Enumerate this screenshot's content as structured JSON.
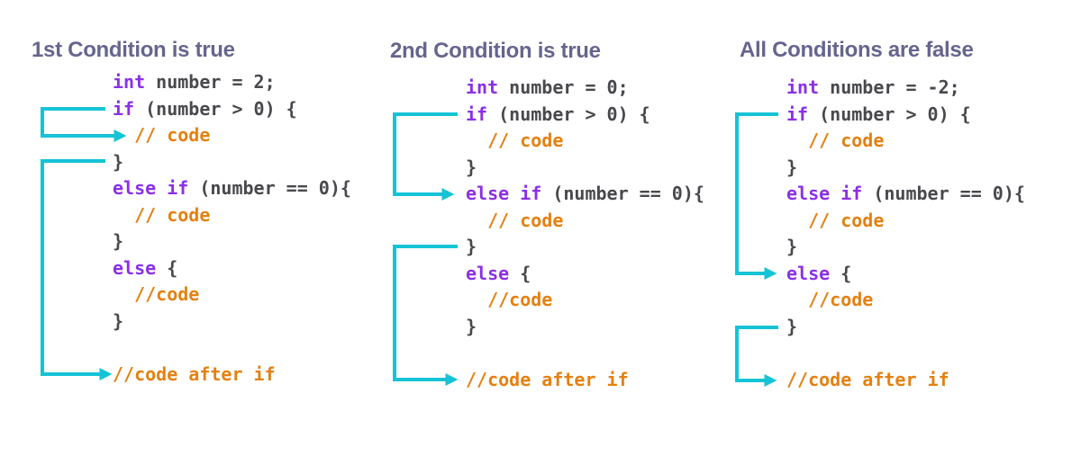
{
  "colors": {
    "title": "#65658e",
    "keyword": "#8b2fe8",
    "plain": "#48484d",
    "comment": "#e5800f",
    "arrow": "#15c3d6",
    "background": "#ffffff"
  },
  "panels": [
    {
      "title": "1st Condition is true",
      "lines": [
        {
          "tokens": [
            {
              "type": "keyword",
              "text": "int"
            },
            {
              "type": "plain",
              "text": " number = 2;"
            }
          ]
        },
        {
          "tokens": [
            {
              "type": "keyword",
              "text": "if"
            },
            {
              "type": "plain",
              "text": " (number > 0) {"
            }
          ]
        },
        {
          "tokens": [
            {
              "type": "comment",
              "text": "  // code"
            }
          ]
        },
        {
          "tokens": [
            {
              "type": "plain",
              "text": "}"
            }
          ]
        },
        {
          "tokens": [
            {
              "type": "keyword",
              "text": "else if"
            },
            {
              "type": "plain",
              "text": " (number == 0){"
            }
          ]
        },
        {
          "tokens": [
            {
              "type": "comment",
              "text": "  // code"
            }
          ]
        },
        {
          "tokens": [
            {
              "type": "plain",
              "text": "}"
            }
          ]
        },
        {
          "tokens": [
            {
              "type": "keyword",
              "text": "else"
            },
            {
              "type": "plain",
              "text": " {"
            }
          ]
        },
        {
          "tokens": [
            {
              "type": "comment",
              "text": "  //code"
            }
          ]
        },
        {
          "tokens": [
            {
              "type": "plain",
              "text": "}"
            }
          ]
        },
        {
          "tokens": []
        },
        {
          "tokens": [
            {
              "type": "comment",
              "text": "//code after if"
            }
          ]
        }
      ],
      "arrows": [
        {
          "description": "from if statement into if body // code"
        },
        {
          "description": "from closing brace of if block down to //code after if"
        }
      ]
    },
    {
      "title": "2nd Condition is true",
      "lines": [
        {
          "tokens": [
            {
              "type": "keyword",
              "text": "int"
            },
            {
              "type": "plain",
              "text": " number = 0;"
            }
          ]
        },
        {
          "tokens": [
            {
              "type": "keyword",
              "text": "if"
            },
            {
              "type": "plain",
              "text": " (number > 0) {"
            }
          ]
        },
        {
          "tokens": [
            {
              "type": "comment",
              "text": "  // code"
            }
          ]
        },
        {
          "tokens": [
            {
              "type": "plain",
              "text": "}"
            }
          ]
        },
        {
          "tokens": [
            {
              "type": "keyword",
              "text": "else if"
            },
            {
              "type": "plain",
              "text": " (number == 0){"
            }
          ]
        },
        {
          "tokens": [
            {
              "type": "comment",
              "text": "  // code"
            }
          ]
        },
        {
          "tokens": [
            {
              "type": "plain",
              "text": "}"
            }
          ]
        },
        {
          "tokens": [
            {
              "type": "keyword",
              "text": "else"
            },
            {
              "type": "plain",
              "text": " {"
            }
          ]
        },
        {
          "tokens": [
            {
              "type": "comment",
              "text": "  //code"
            }
          ]
        },
        {
          "tokens": [
            {
              "type": "plain",
              "text": "}"
            }
          ]
        },
        {
          "tokens": []
        },
        {
          "tokens": [
            {
              "type": "comment",
              "text": "//code after if"
            }
          ]
        }
      ],
      "arrows": [
        {
          "description": "from if statement down to else if statement"
        },
        {
          "description": "from closing brace of else-if block down to //code after if"
        }
      ]
    },
    {
      "title": "All Conditions are false",
      "lines": [
        {
          "tokens": [
            {
              "type": "keyword",
              "text": "int"
            },
            {
              "type": "plain",
              "text": " number = -2;"
            }
          ]
        },
        {
          "tokens": [
            {
              "type": "keyword",
              "text": "if"
            },
            {
              "type": "plain",
              "text": " (number > 0) {"
            }
          ]
        },
        {
          "tokens": [
            {
              "type": "comment",
              "text": "  // code"
            }
          ]
        },
        {
          "tokens": [
            {
              "type": "plain",
              "text": "}"
            }
          ]
        },
        {
          "tokens": [
            {
              "type": "keyword",
              "text": "else if"
            },
            {
              "type": "plain",
              "text": " (number == 0){"
            }
          ]
        },
        {
          "tokens": [
            {
              "type": "comment",
              "text": "  // code"
            }
          ]
        },
        {
          "tokens": [
            {
              "type": "plain",
              "text": "}"
            }
          ]
        },
        {
          "tokens": [
            {
              "type": "keyword",
              "text": "else"
            },
            {
              "type": "plain",
              "text": " {"
            }
          ]
        },
        {
          "tokens": [
            {
              "type": "comment",
              "text": "  //code"
            }
          ]
        },
        {
          "tokens": [
            {
              "type": "plain",
              "text": "}"
            }
          ]
        },
        {
          "tokens": []
        },
        {
          "tokens": [
            {
              "type": "comment",
              "text": "//code after if"
            }
          ]
        }
      ],
      "arrows": [
        {
          "description": "from if statement down to else statement"
        },
        {
          "description": "from closing brace of else block down to //code after if"
        }
      ]
    }
  ]
}
